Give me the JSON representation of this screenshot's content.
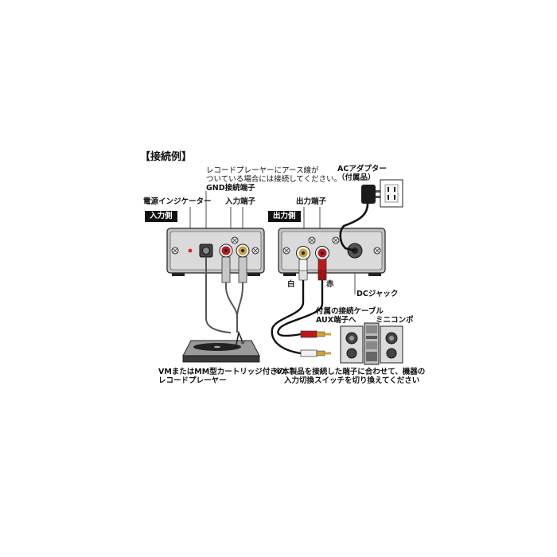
{
  "heading": "【接続例】",
  "ground_note": {
    "line1": "レコードプレーヤーにアース線が",
    "line2": "ついている場合には接続してください。",
    "line3": "GND接続端子"
  },
  "input_terminal": "入力端子",
  "power_indicator": "電源インジケーター",
  "input_side_tag": "入力側",
  "output_terminal": "出力端子",
  "output_side_tag": "出力側",
  "ac_adapter": {
    "line1": "ACアダプター",
    "line2": "（付属品）"
  },
  "white_label": "白",
  "red_label": "赤",
  "dc_jack": "DCジャック",
  "cable_note": {
    "line1": "付属の接続ケーブル",
    "line2": "AUX端子へ"
  },
  "mini_compo": "ミニコンポ",
  "turntable_caption": {
    "line1": "VMまたはMM型カートリッジ付きの",
    "line2": "レコードプレーヤー"
  },
  "switch_note": {
    "line1": "※本製品を接続した端子に合わせて、機器の",
    "line2": "入力切換スイッチを切り換えてください"
  },
  "colors": {
    "device_body": "#bfbfbf",
    "device_face": "#d6d6d6",
    "red_plug": "#c01818",
    "white_plug": "#f2f2f2",
    "gold": "#caa23a",
    "cable": "#111111"
  }
}
